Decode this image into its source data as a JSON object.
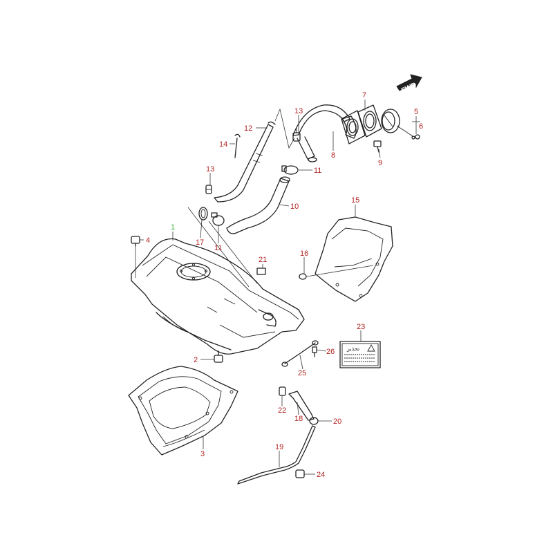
{
  "orientation": {
    "label": "FWD"
  },
  "warning_label": {
    "text": "تحذير"
  },
  "callouts": [
    {
      "id": "c1",
      "label": "1"
    },
    {
      "id": "c2",
      "label": "2"
    },
    {
      "id": "c3",
      "label": "3"
    },
    {
      "id": "c4",
      "label": "4"
    },
    {
      "id": "c5",
      "label": "5"
    },
    {
      "id": "c6",
      "label": "6"
    },
    {
      "id": "c7",
      "label": "7"
    },
    {
      "id": "c8",
      "label": "8"
    },
    {
      "id": "c9",
      "label": "9"
    },
    {
      "id": "c10",
      "label": "10"
    },
    {
      "id": "c11a",
      "label": "11"
    },
    {
      "id": "c11b",
      "label": "11"
    },
    {
      "id": "c12",
      "label": "12"
    },
    {
      "id": "c13a",
      "label": "13"
    },
    {
      "id": "c13b",
      "label": "13"
    },
    {
      "id": "c14",
      "label": "14"
    },
    {
      "id": "c15",
      "label": "15"
    },
    {
      "id": "c16",
      "label": "16"
    },
    {
      "id": "c17",
      "label": "17"
    },
    {
      "id": "c18",
      "label": "18"
    },
    {
      "id": "c19",
      "label": "19"
    },
    {
      "id": "c20",
      "label": "20"
    },
    {
      "id": "c21",
      "label": "21"
    },
    {
      "id": "c22",
      "label": "22"
    },
    {
      "id": "c23",
      "label": "23"
    },
    {
      "id": "c24",
      "label": "24"
    },
    {
      "id": "c25",
      "label": "25"
    },
    {
      "id": "c26",
      "label": "26"
    }
  ],
  "colors": {
    "callout": "#b22222",
    "highlight_callout": "#2db52d",
    "line": "#222222"
  }
}
